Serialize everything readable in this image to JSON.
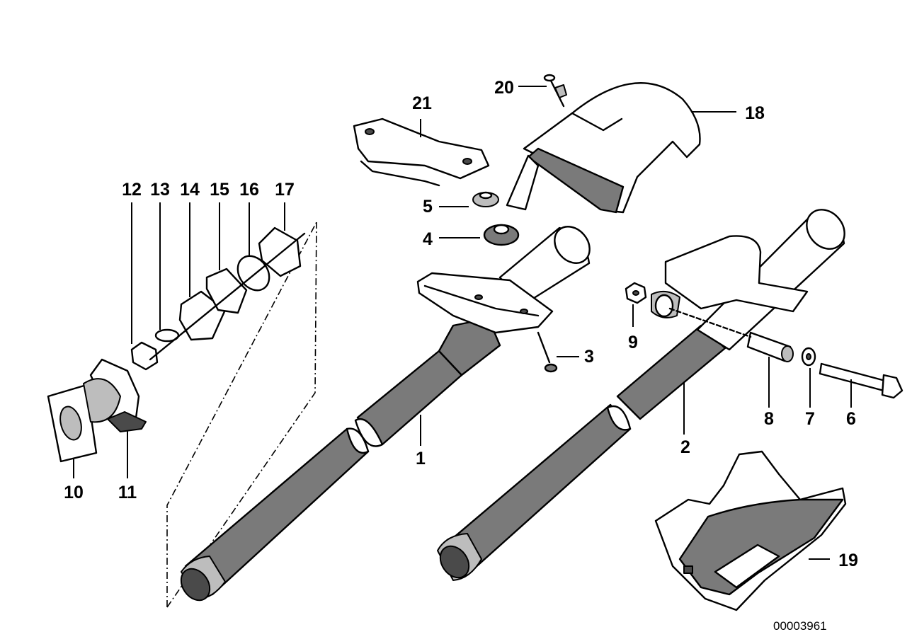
{
  "diagram": {
    "drawing_code": "00003961",
    "part_labels": {
      "p1": "1",
      "p2": "2",
      "p3": "3",
      "p4": "4",
      "p5": "5",
      "p6": "6",
      "p7": "7",
      "p8": "8",
      "p9": "9",
      "p10": "10",
      "p11": "11",
      "p12": "12",
      "p13": "13",
      "p14": "14",
      "p15": "15",
      "p16": "16",
      "p17": "17",
      "p18": "18",
      "p19": "19",
      "p20": "20",
      "p21": "21"
    }
  }
}
